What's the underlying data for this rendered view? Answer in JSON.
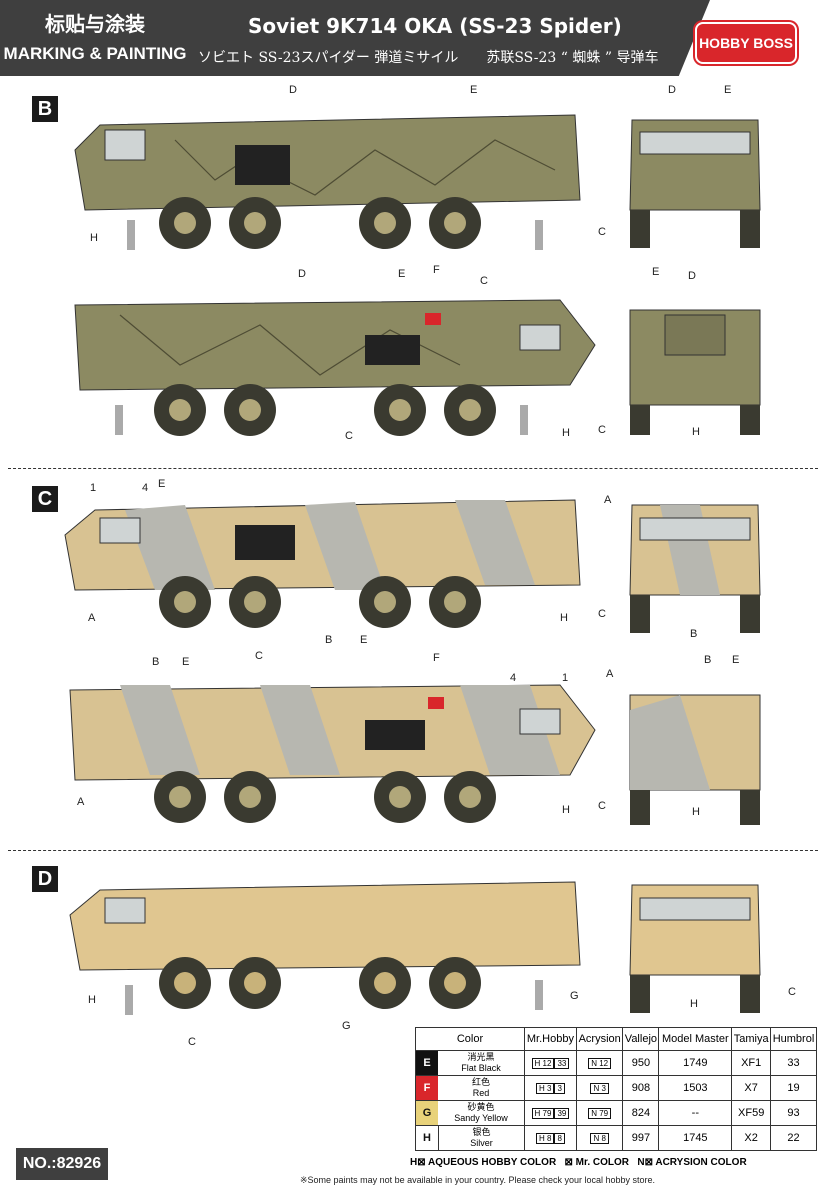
{
  "header": {
    "cn_title": "标贴与涂装",
    "en_title": "MARKING & PAINTING",
    "product_title": "Soviet 9K714 OKA (SS-23 Spider)",
    "sub_titles": "ソビエト SS-23スパイダー 弾道ミサイル　　苏联SS-23 “ 蜘蛛 ” 导弹车",
    "brand": "HOBBY BOSS"
  },
  "sections": [
    {
      "label": "B"
    },
    {
      "label": "C"
    },
    {
      "label": "D"
    }
  ],
  "callouts": {
    "A": "A",
    "B": "B",
    "C": "C",
    "D": "D",
    "E": "E",
    "F": "F",
    "G": "G",
    "H": "H",
    "n1": "1",
    "n4": "4"
  },
  "table": {
    "headers": [
      "Color",
      "Mr.Hobby",
      "Acrysion",
      "Vallejo",
      "Model Master",
      "Tamiya",
      "Humbrol"
    ],
    "rows": [
      {
        "key": "E",
        "cn": "消光黑",
        "en": "Flat Black",
        "hobby": "H 12",
        "mr": "33",
        "acry": "N 12",
        "vallejo": "950",
        "mm": "1749",
        "tamiya": "XF1",
        "humbrol": "33",
        "color": "#111111"
      },
      {
        "key": "F",
        "cn": "红色",
        "en": "Red",
        "hobby": "H 3",
        "mr": "3",
        "acry": "N 3",
        "vallejo": "908",
        "mm": "1503",
        "tamiya": "X7",
        "humbrol": "19",
        "color": "#d9262b"
      },
      {
        "key": "G",
        "cn": "砂黄色",
        "en": "Sandy Yellow",
        "hobby": "H 79",
        "mr": "39",
        "acry": "N 79",
        "vallejo": "824",
        "mm": "--",
        "tamiya": "XF59",
        "humbrol": "93",
        "color": "#e8d27a"
      },
      {
        "key": "H",
        "cn": "银色",
        "en": "Silver",
        "hobby": "H 8",
        "mr": "8",
        "acry": "N 8",
        "vallejo": "997",
        "mm": "1745",
        "tamiya": "X2",
        "humbrol": "22",
        "color": "#b8b8b8"
      }
    ]
  },
  "legend": {
    "aqueous": "H⊠ AQUEOUS HOBBY COLOR",
    "mr": "⊠ Mr. COLOR",
    "acrysion": "N⊠ ACRYSION COLOR"
  },
  "note": "※Some paints may not be available in your country. Please check your local hobby store.",
  "item_no": "NO.:82926",
  "colors": {
    "green": "#8c8a62",
    "green_dark": "#6f6d4c",
    "sand": "#d8c292",
    "sand_dark": "#b89f6e",
    "grey": "#b7b7b0",
    "tan": "#c9a572"
  }
}
